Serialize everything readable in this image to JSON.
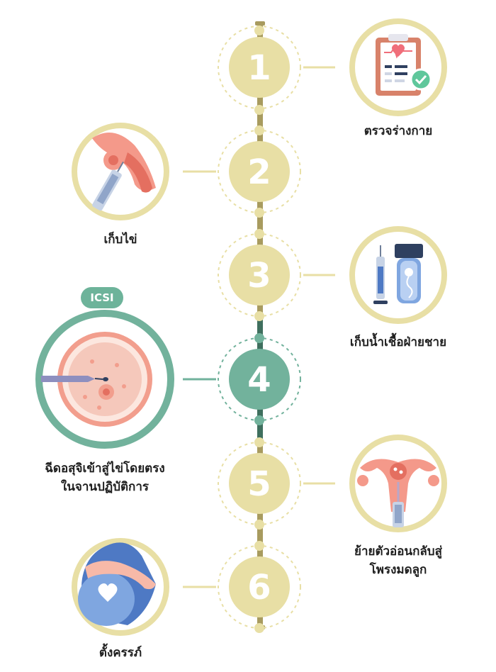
{
  "colors": {
    "accent_gold": "#e8dfa5",
    "gold_dark": "#a89b5f",
    "accent_green": "#72b29c",
    "green_dark": "#3f6f5e",
    "number_text": "#ffffff"
  },
  "steps": [
    {
      "number": "1",
      "label_lines": [
        "ตรวจร่างกาย"
      ],
      "side": "right",
      "icon": "clipboard-checkup-icon"
    },
    {
      "number": "2",
      "label_lines": [
        "เก็บไข่"
      ],
      "side": "left",
      "icon": "egg-retrieval-needle-icon"
    },
    {
      "number": "3",
      "label_lines": [
        "เก็บน้ำเชื้อฝ่ายชาย"
      ],
      "side": "right",
      "icon": "sperm-collection-tube-icon"
    },
    {
      "number": "4",
      "label_lines": [
        "ฉีดอสุจิเข้าสู่ไข่โดยตรง",
        "ในจานปฏิบัติการ"
      ],
      "side": "left",
      "icon": "icsi-egg-injection-icon",
      "highlight": true
    },
    {
      "number": "5",
      "label_lines": [
        "ย้ายตัวอ่อนกลับสู่",
        "โพรงมดลูก"
      ],
      "side": "right",
      "icon": "uterus-embryo-transfer-icon"
    },
    {
      "number": "6",
      "label_lines": [
        "ตั้งครรภ์"
      ],
      "side": "left",
      "icon": "pregnant-belly-heart-icon"
    }
  ],
  "icsi_badge": "ICSI"
}
